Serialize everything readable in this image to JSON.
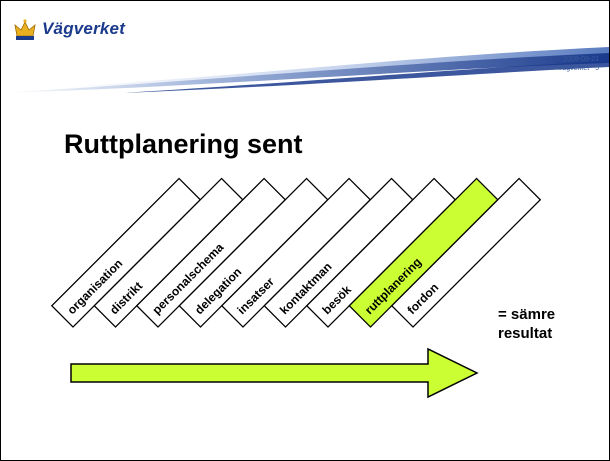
{
  "header": {
    "logo_text": "Vägverket",
    "date": "2009-09-21",
    "org": "Vägverket",
    "page_number": "5"
  },
  "slide": {
    "title": "Ruttplanering sent",
    "steps": [
      {
        "label": "organisation",
        "highlight": false
      },
      {
        "label": "distrikt",
        "highlight": false
      },
      {
        "label": "personalschema",
        "highlight": false
      },
      {
        "label": "delegation",
        "highlight": false
      },
      {
        "label": "insatser",
        "highlight": false
      },
      {
        "label": "kontaktman",
        "highlight": false
      },
      {
        "label": "besök",
        "highlight": false
      },
      {
        "label": "ruttplanering",
        "highlight": true
      },
      {
        "label": "fordon",
        "highlight": false
      }
    ],
    "result_line1": "= sämre",
    "result_line2": "resultat"
  },
  "colors": {
    "highlight": "#ccff33",
    "arrow_fill": "#ccff33",
    "header_blue": "#1a3a8c"
  }
}
